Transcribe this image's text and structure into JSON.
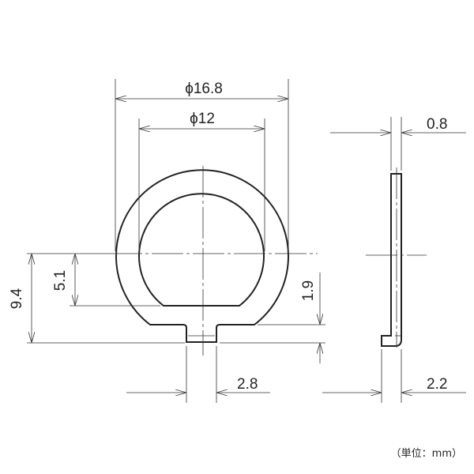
{
  "drawing": {
    "dimensions": {
      "outer_diameter": "ϕ16.8",
      "inner_diameter": "ϕ12",
      "thickness": "0.8",
      "total_height": "9.4",
      "flat_offset": "5.1",
      "tab_height": "1.9",
      "tab_width": "2.8",
      "side_depth": "2.2"
    },
    "unit_note": "（単位：mm）"
  }
}
